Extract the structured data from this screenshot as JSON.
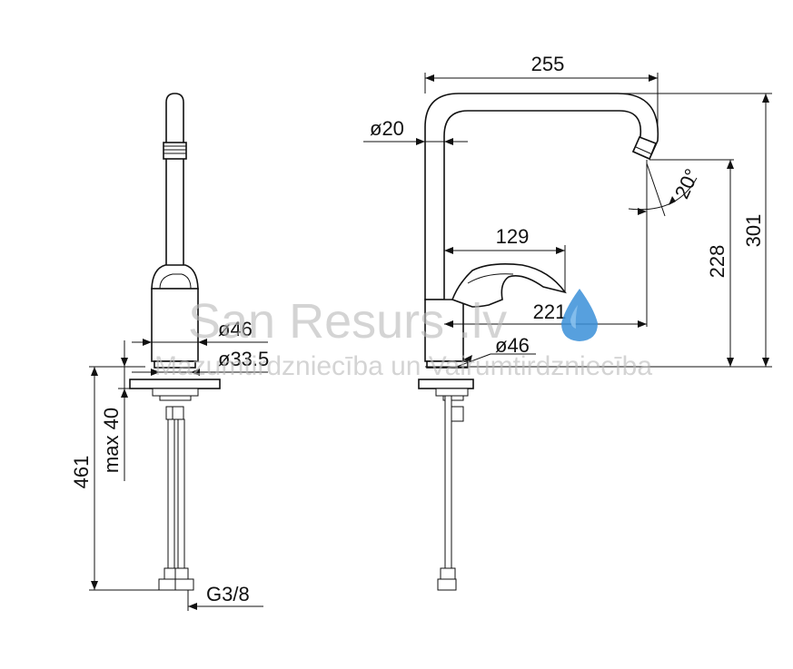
{
  "labels": {
    "w255": "255",
    "d20": "ø20",
    "a20": "20°",
    "h301": "301",
    "h228": "228",
    "l129": "129",
    "l221": "221",
    "d46_side": "ø46",
    "d46_front": "ø46",
    "d33": "ø33.5",
    "h461": "461",
    "max40": "max 40",
    "g38": "G3/8"
  },
  "watermark": {
    "brand": "San Resurs .lv",
    "tagline": "Mazumtirdzniecība un Vairumtirdzniecība"
  },
  "colors": {
    "line": "#111111",
    "watermark_text": "#b9b9b9",
    "drop": "#3a8fd8"
  }
}
